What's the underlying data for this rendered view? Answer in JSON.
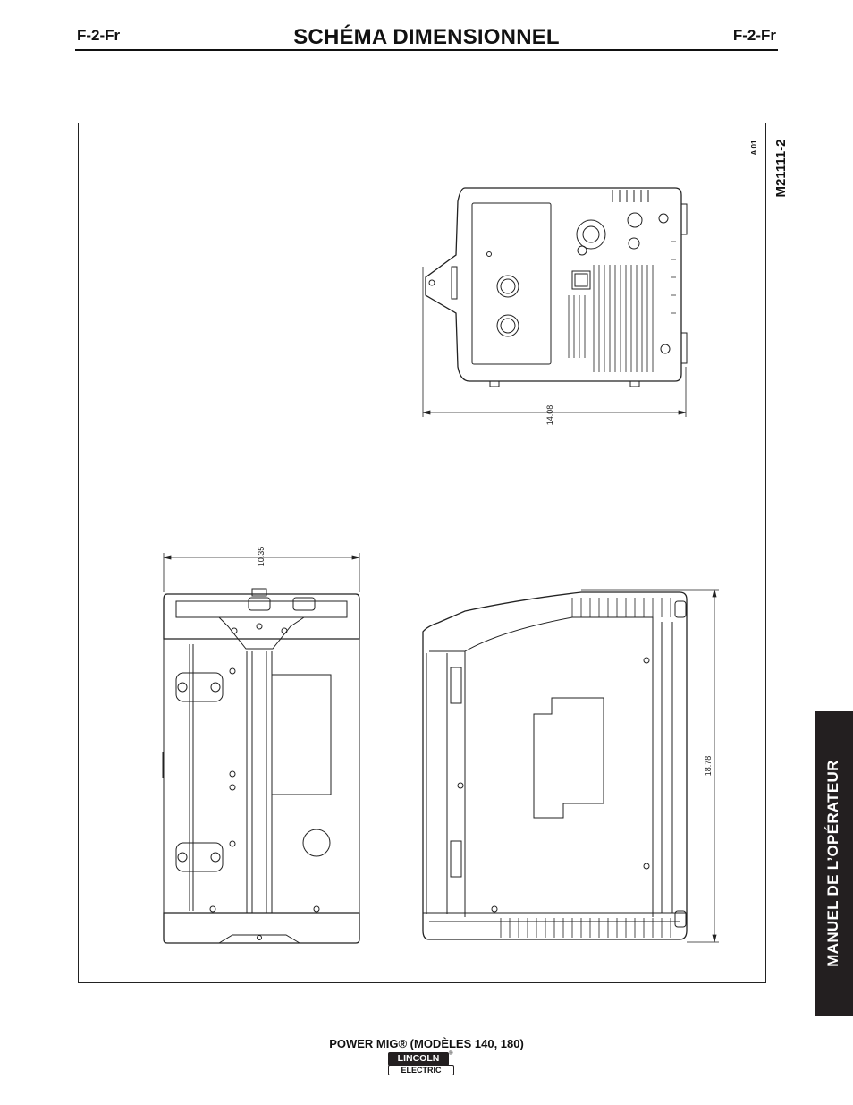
{
  "header": {
    "code_left": "F-2-Fr",
    "title": "SCHÉMA DIMENSIONNEL",
    "code_right": "F-2-Fr"
  },
  "drawing": {
    "drawing_number": "M21111-2",
    "revision": "A.01",
    "dimensions": {
      "top_view_width": "14.08",
      "front_view_width": "10.35",
      "side_view_height": "18.78"
    }
  },
  "side_tab": {
    "label": "MANUEL DE L’OPÉRATEUR"
  },
  "footer": {
    "model": "POWER MIG® (MODÈLES 140, 180)",
    "logo_top": "LINCOLN",
    "logo_bottom": "ELECTRIC",
    "logo_mark": "®"
  }
}
